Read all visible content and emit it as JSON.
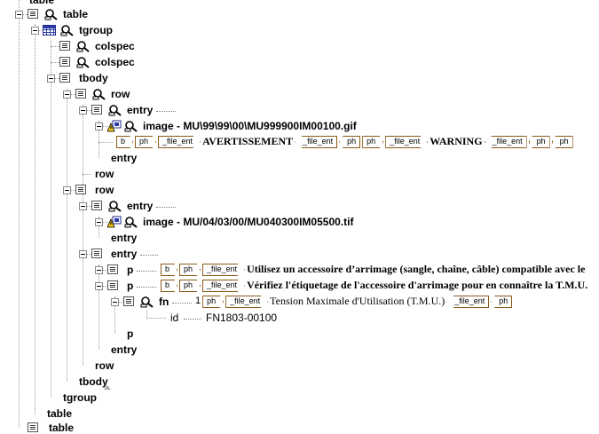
{
  "colors": {
    "tag_border": "#8b5a16",
    "tree_line": "#9a9a9a",
    "table_icon": "#2a3ba8"
  },
  "icons": {
    "element": "element-icon",
    "attrs": "attributes-icon",
    "table": "table-grid-icon",
    "image": "image-warning-icon"
  },
  "tree": {
    "table_top_cut": "table",
    "table": "table",
    "tgroup": "tgroup",
    "colspec1": "colspec",
    "colspec2": "colspec",
    "tbody": "tbody",
    "row1": "row",
    "entry1": "entry",
    "image1": "image - MU\\99\\99\\00\\MU999900IM00100.gif",
    "entry1_close": "entry",
    "row1_close": "row",
    "row2": "row",
    "entry2": "entry",
    "image2": "image - MU/04/03/00/MU040300IM05500.tif",
    "entry2_close": "entry",
    "entry3": "entry",
    "p1": "p",
    "p2": "p",
    "fn": "fn",
    "fn_num": "1",
    "id_label": "id",
    "id_value": "FN1803-00100",
    "p_close": "p",
    "entry3_close": "entry",
    "row2_close": "row",
    "tbody_close": "tbody",
    "tgroup_close": "tgroup",
    "table_close": "table",
    "table_bottom_cut": "table"
  },
  "inline": {
    "tag_b": "b",
    "tag_ph": "ph",
    "tag_file_ent": "_file_ent",
    "text_avert": "AVERTISSEMENT",
    "text_warning": "WARNING",
    "text_p1": "Utilisez un accessoire d’arrimage (sangle, chaîne, câble) compatible avec le",
    "text_p2": "Vérifiez l'étiquetage de l'accessoire d'arrimage pour en connaître la T.M.U.",
    "text_fn": "Tension Maximale d'Utilisation (T.M.U.)"
  }
}
